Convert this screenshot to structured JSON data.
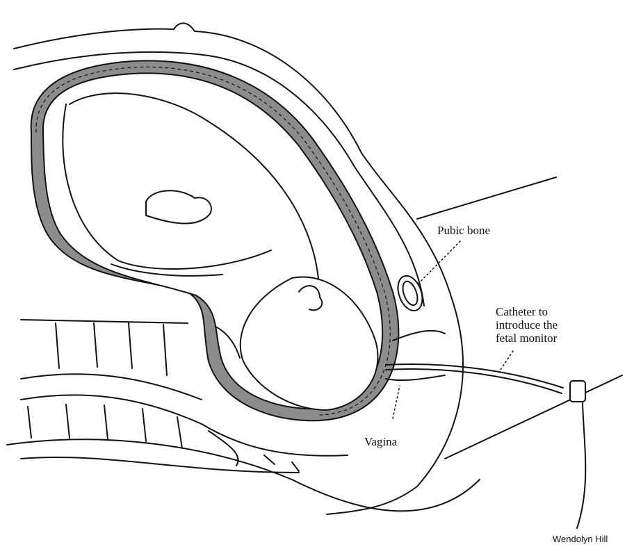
{
  "labels": {
    "pubic_bone": "Pubic bone",
    "catheter_line1": "Catheter to",
    "catheter_line2": "introduce the",
    "catheter_line3": "fetal monitor",
    "vagina": "Vagina",
    "signature": "Wendolyn Hill"
  },
  "colors": {
    "ink": "#111111",
    "fluid": "#8c8c8c",
    "paper": "#ffffff"
  }
}
